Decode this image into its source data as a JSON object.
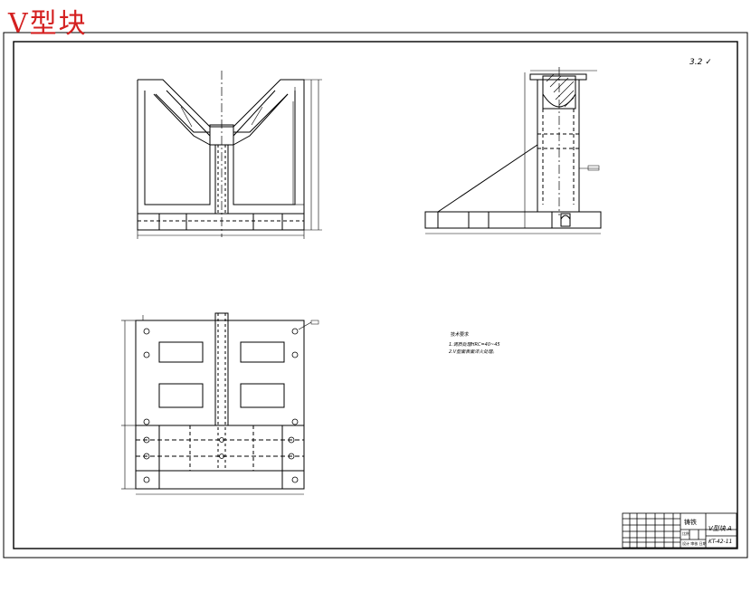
{
  "stamp_title": "V型块",
  "roughness_note": "3.2",
  "tech_requirements": {
    "heading": "技术要求",
    "lines": [
      "1.调质处理HRC=40~45",
      "2.V型面表面淬火处理。"
    ]
  },
  "title_block": {
    "material": "铸铁",
    "part_name": "V型块 A",
    "drawing_no": "KT-42-11",
    "scale_label": "比例",
    "designer_row": "设计 审核 日期"
  },
  "colors": {
    "stamp": "#d42020",
    "line": "#000000",
    "paper": "#ffffff"
  }
}
